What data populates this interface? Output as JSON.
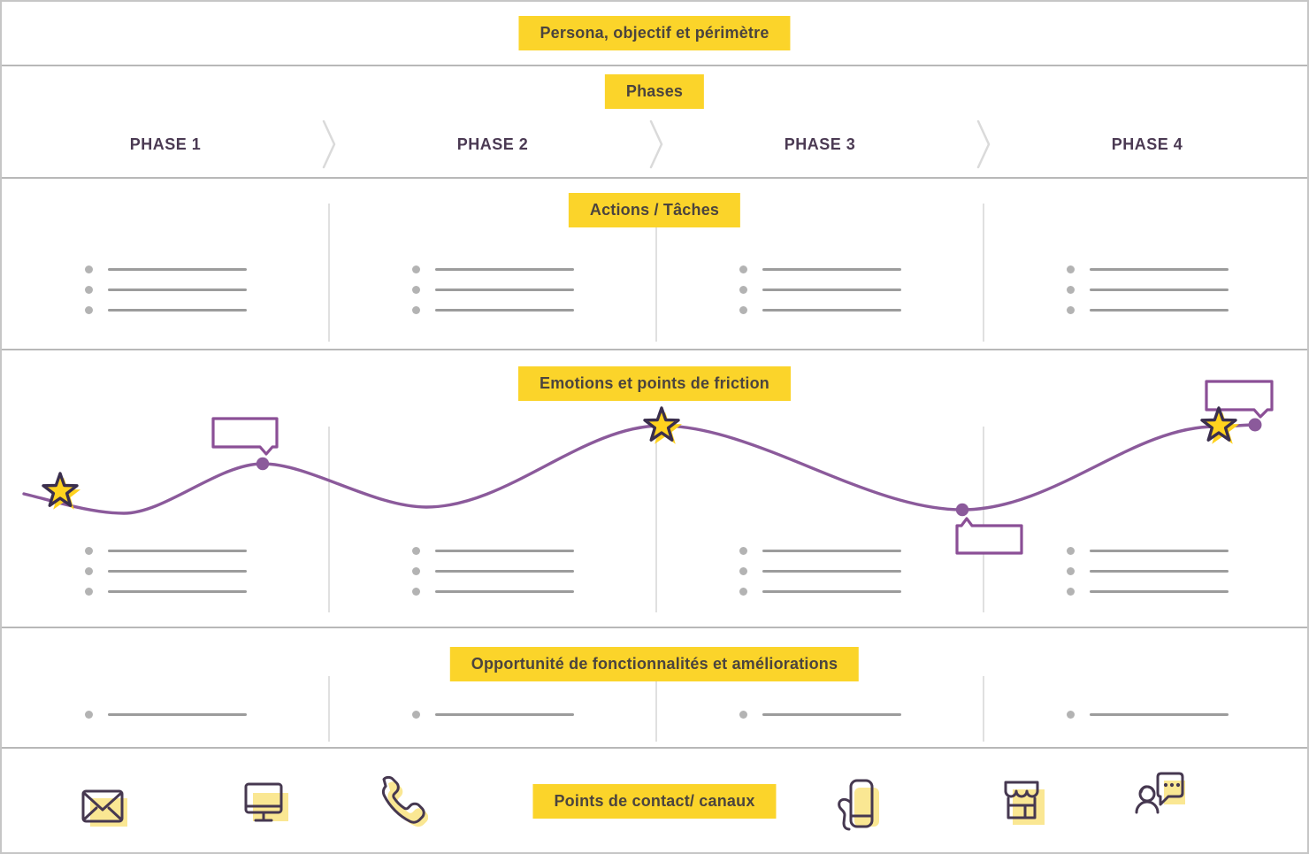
{
  "sections": {
    "persona": {
      "label": "Persona, objectif et périmètre"
    },
    "phases": {
      "label": "Phases",
      "items": [
        "PHASE 1",
        "PHASE 2",
        "PHASE 3",
        "PHASE 4"
      ]
    },
    "actions": {
      "label": "Actions / Tâches"
    },
    "emotions": {
      "label": "Emotions et points de friction",
      "markers": {
        "stars": 3,
        "points": 3,
        "speech_bubbles": 3
      }
    },
    "opportunities": {
      "label": "Opportunité de fonctionnalités et améliorations"
    },
    "contact": {
      "label": "Points de contact/ canaux",
      "channels": [
        "email",
        "computer",
        "phone",
        "smartphone-in-hand",
        "store",
        "customer-chat"
      ]
    }
  },
  "colors": {
    "highlight_yellow": "#FBD42A",
    "label_text": "#4B443E",
    "phase_text": "#4B3A53",
    "curve_purple": "#8B5A9B",
    "star_fill": "#FFD21E",
    "star_stroke": "#3A2E4D",
    "icon_stroke": "#463850",
    "icon_shadow_yellow": "#FAE793",
    "placeholder_gray": "#9C9C9C",
    "divider_gray": "#E0E0E0",
    "row_border_gray": "#B8B8B8"
  }
}
